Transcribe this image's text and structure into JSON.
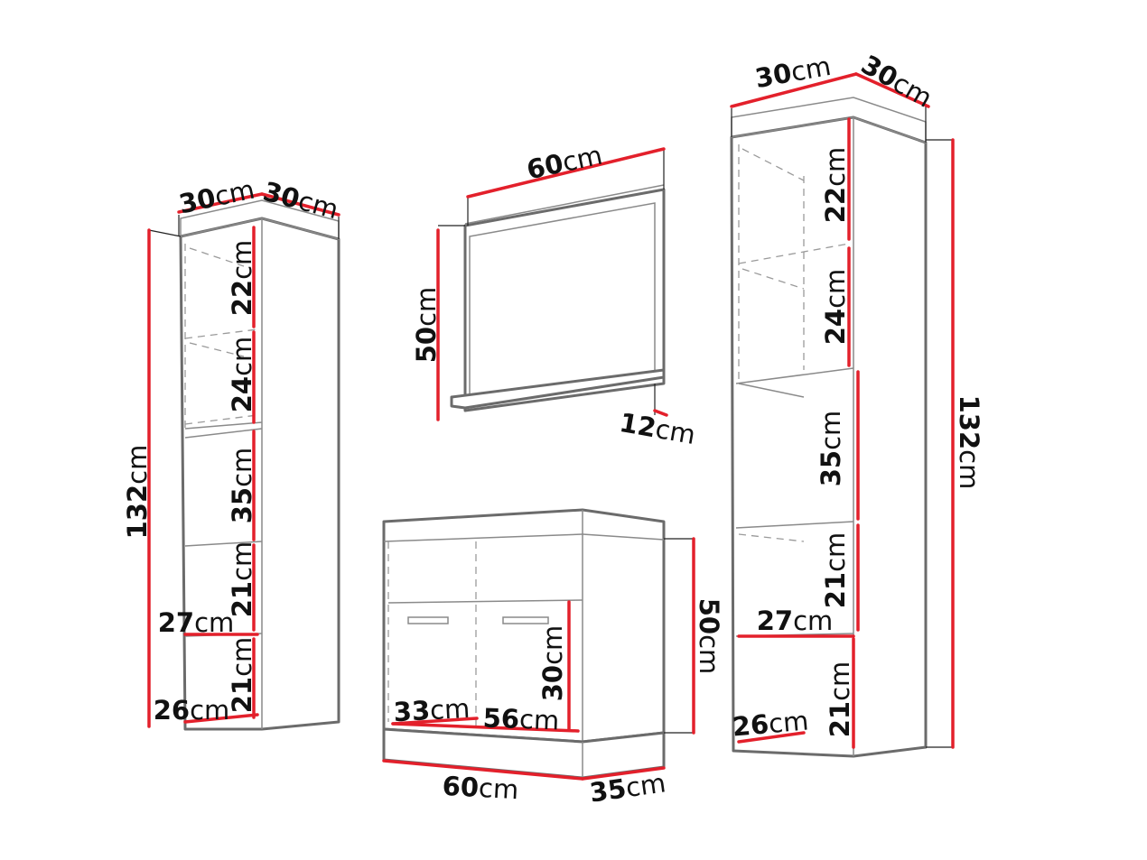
{
  "left_cabinet": {
    "labels": [
      {
        "value": "30",
        "unit": "cm"
      },
      {
        "value": "30",
        "unit": "cm"
      },
      {
        "value": "132",
        "unit": "cm"
      },
      {
        "value": "22",
        "unit": "cm"
      },
      {
        "value": "24",
        "unit": "cm"
      },
      {
        "value": "35",
        "unit": "cm"
      },
      {
        "value": "21",
        "unit": "cm"
      },
      {
        "value": "27",
        "unit": "cm"
      },
      {
        "value": "21",
        "unit": "cm"
      },
      {
        "value": "26",
        "unit": "cm"
      }
    ]
  },
  "mirror": {
    "labels": [
      {
        "value": "60",
        "unit": "cm"
      },
      {
        "value": "50",
        "unit": "cm"
      },
      {
        "value": "12",
        "unit": "cm"
      }
    ]
  },
  "base_cabinet": {
    "labels": [
      {
        "value": "33",
        "unit": "cm"
      },
      {
        "value": "56",
        "unit": "cm"
      },
      {
        "value": "30",
        "unit": "cm"
      },
      {
        "value": "50",
        "unit": "cm"
      },
      {
        "value": "60",
        "unit": "cm"
      },
      {
        "value": "35",
        "unit": "cm"
      }
    ]
  },
  "right_cabinet": {
    "labels": [
      {
        "value": "30",
        "unit": "cm"
      },
      {
        "value": "30",
        "unit": "cm"
      },
      {
        "value": "132",
        "unit": "cm"
      },
      {
        "value": "22",
        "unit": "cm"
      },
      {
        "value": "24",
        "unit": "cm"
      },
      {
        "value": "35",
        "unit": "cm"
      },
      {
        "value": "21",
        "unit": "cm"
      },
      {
        "value": "27",
        "unit": "cm"
      },
      {
        "value": "21",
        "unit": "cm"
      },
      {
        "value": "26",
        "unit": "cm"
      }
    ]
  },
  "colors": {
    "dimension_line": "#e3202b",
    "outline": "#6b6b6b",
    "text": "#111111"
  }
}
